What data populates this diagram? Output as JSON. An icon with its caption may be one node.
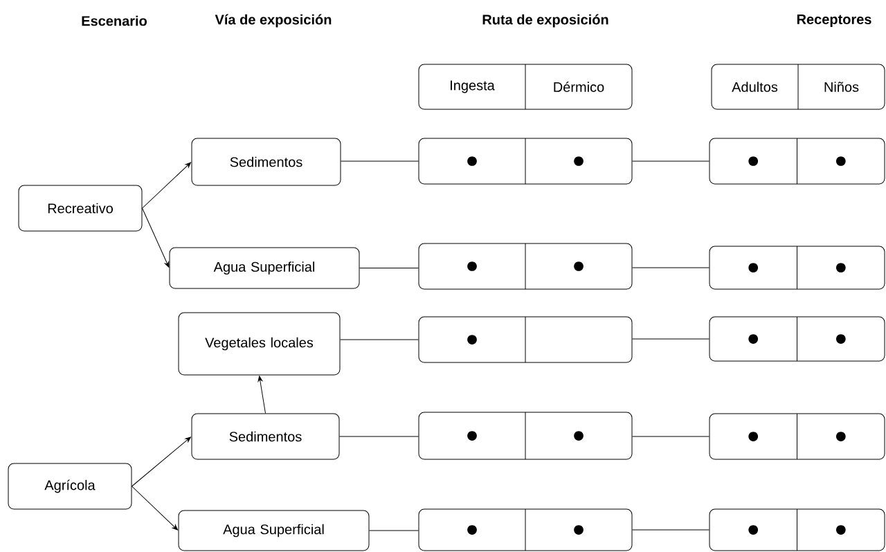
{
  "diagram": {
    "nodes": [
      {
        "text": [
          "Ingesta",
          "Dérmico"
        ]
      },
      {
        "text": [
          "Adultos",
          "Niños"
        ]
      },
      {
        "text": [
          "Sedimentos"
        ]
      },
      {
        "text": [
          "●",
          "●"
        ]
      },
      {
        "text": [
          "●",
          "●"
        ]
      },
      {
        "text": [
          "Recreativo"
        ]
      },
      {
        "text": [
          "Agua Superficial"
        ]
      },
      {
        "text": [
          "●",
          "●"
        ]
      },
      {
        "text": [
          "●",
          "●"
        ]
      },
      {
        "text": [
          "Vegetales locales"
        ]
      },
      {
        "text": [
          "●"
        ]
      },
      {
        "text": [
          "●",
          "●"
        ]
      },
      {
        "text": [
          "Sedimentos"
        ]
      },
      {
        "text": [
          "●",
          "●"
        ]
      },
      {
        "text": [
          "●",
          "●"
        ]
      },
      {
        "text": [
          "Agrícola"
        ]
      },
      {
        "text": [
          "Agua Superficial"
        ]
      },
      {
        "text": [
          "●",
          "●"
        ]
      },
      {
        "text": [
          "●",
          "●"
        ]
      }
    ],
    "edges": [
      {
        "from": 5,
        "to": 2,
        "arrow": "to"
      },
      {
        "from": 5,
        "to": 6,
        "arrow": "to"
      },
      {
        "from": 2,
        "to": 3,
        "arrow": "none"
      },
      {
        "from": 3,
        "to": 4,
        "arrow": "none"
      },
      {
        "from": 6,
        "to": 7,
        "arrow": "none"
      },
      {
        "from": 7,
        "to": 8,
        "arrow": "none"
      },
      {
        "from": 9,
        "to": 10,
        "arrow": "none"
      },
      {
        "from": 10,
        "to": 11,
        "arrow": "none"
      },
      {
        "from": 12,
        "to": 9,
        "arrow": "to"
      },
      {
        "from": 12,
        "to": 13,
        "arrow": "none"
      },
      {
        "from": 13,
        "to": 14,
        "arrow": "none"
      },
      {
        "from": 15,
        "to": 12,
        "arrow": "to"
      },
      {
        "from": 15,
        "to": 16,
        "arrow": "to"
      },
      {
        "from": 16,
        "to": 17,
        "arrow": "none"
      },
      {
        "from": 17,
        "to": 18,
        "arrow": "none"
      }
    ],
    "labels": [
      "Escenario",
      "Vía de exposición",
      "Ruta de exposición",
      "Receptores"
    ]
  }
}
